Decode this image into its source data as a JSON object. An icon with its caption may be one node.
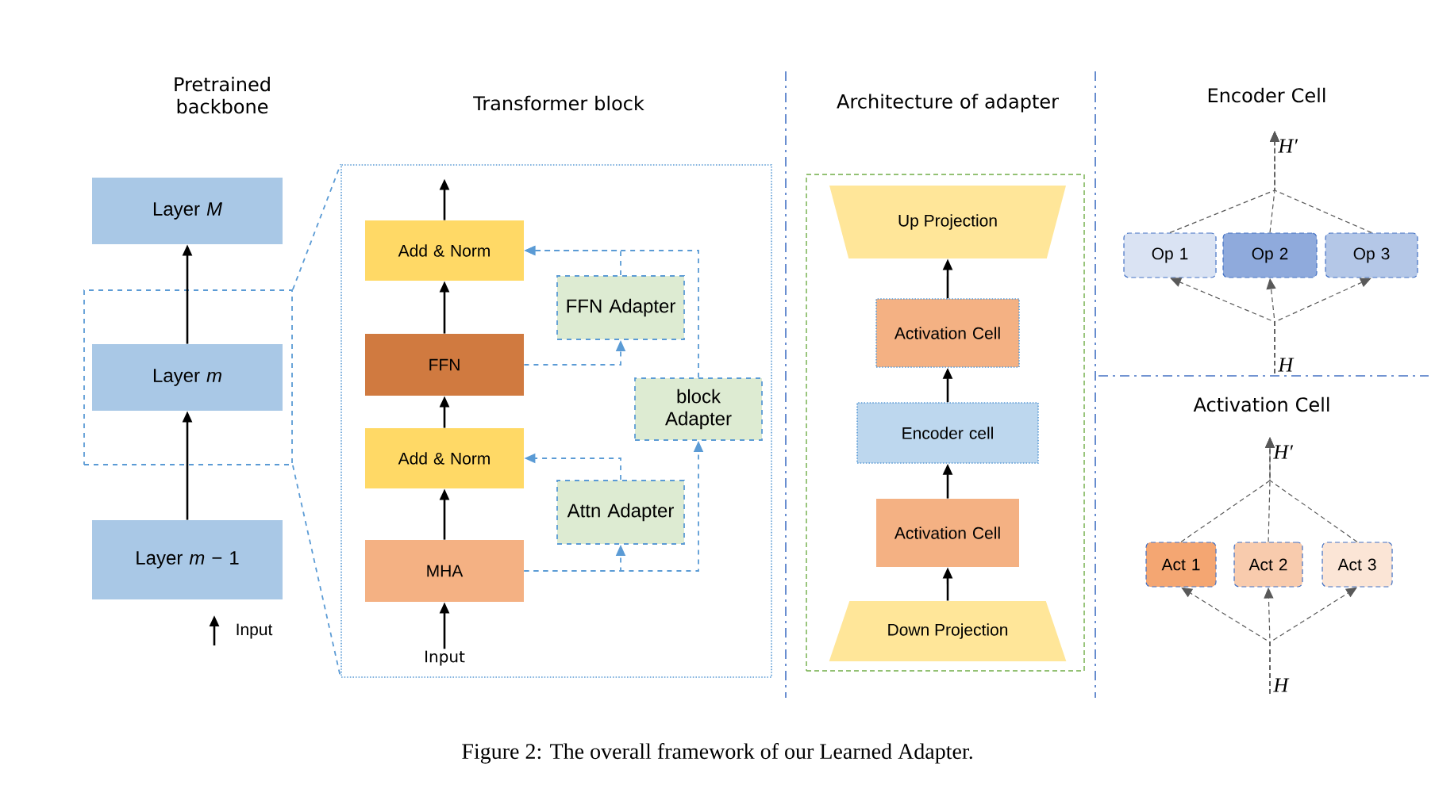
{
  "diagram": {
    "caption": "Figure 2: The overall framework of our Learned Adapter.",
    "nodes": [
      {
        "text": [
          "Layer *M*"
        ]
      },
      {
        "text": [],
        "shape": "box"
      },
      {
        "text": [
          "Layer *m*"
        ],
        "in": 1
      },
      {
        "text": [
          "Layer *m* − 1"
        ]
      },
      {
        "text": [
          "Transformer block"
        ]
      },
      {
        "text": [
          "Add & Norm"
        ],
        "in": 4
      },
      {
        "text": [
          "FFN Adapter"
        ],
        "in": 4
      },
      {
        "text": [
          "FFN"
        ],
        "in": 4
      },
      {
        "text": [
          "block Adapter"
        ],
        "in": 4
      },
      {
        "text": [
          "Add & Norm"
        ],
        "in": 4
      },
      {
        "text": [
          "Attn Adapter"
        ],
        "in": 4
      },
      {
        "text": [
          "MHA"
        ],
        "in": 4
      },
      {
        "text": [
          "Input"
        ],
        "in": 4
      },
      {
        "text": [
          "Architecture of adapter"
        ]
      },
      {
        "text": [
          "Up Projection"
        ],
        "in": 13
      },
      {
        "text": [
          "Activation Cell"
        ],
        "in": 13
      },
      {
        "text": [
          "Encoder cell"
        ],
        "in": 13
      },
      {
        "text": [
          "Activation Cell"
        ],
        "in": 13
      },
      {
        "text": [
          "Down Projection"
        ],
        "in": 13
      },
      {
        "text": [
          "H′"
        ]
      },
      {
        "text": [
          "Op 1"
        ]
      },
      {
        "text": [
          "Op 2"
        ]
      },
      {
        "text": [
          "Op 3"
        ]
      },
      {
        "text": [
          "H"
        ]
      },
      {
        "text": [
          "H′"
        ]
      },
      {
        "text": [
          "Act 1"
        ]
      },
      {
        "text": [
          "Act 2"
        ]
      },
      {
        "text": [
          "Act 3"
        ]
      },
      {
        "text": [
          "H"
        ]
      }
    ],
    "edges": [
      {
        "from": 3,
        "to": 2,
        "arrow": "to"
      },
      {
        "from": 2,
        "to": 0,
        "arrow": "to"
      },
      {
        "from": 1,
        "to": 4,
        "arrow": "none",
        "style": "dashed",
        "color": "#5b9bd5"
      },
      {
        "from": 1,
        "to": 4,
        "arrow": "none",
        "style": "dashed",
        "color": "#5b9bd5"
      },
      {
        "from": 12,
        "to": 11,
        "arrow": "to"
      },
      {
        "from": 11,
        "to": 9,
        "arrow": "to"
      },
      {
        "from": 9,
        "to": 7,
        "arrow": "to"
      },
      {
        "from": 7,
        "to": 5,
        "arrow": "to"
      },
      {
        "from": 5,
        "to": null,
        "arrow": "to"
      },
      {
        "from": 7,
        "to": 6,
        "arrow": "to",
        "style": "dashed",
        "color": "#5b9bd5"
      },
      {
        "from": 6,
        "to": 5,
        "arrow": "to",
        "style": "dashed",
        "color": "#5b9bd5"
      },
      {
        "from": 11,
        "to": 10,
        "arrow": "to",
        "style": "dashed",
        "color": "#5b9bd5"
      },
      {
        "from": 10,
        "to": 9,
        "arrow": "to",
        "style": "dashed",
        "color": "#5b9bd5"
      },
      {
        "from": 11,
        "to": 8,
        "arrow": "to",
        "style": "dashed",
        "color": "#5b9bd5"
      },
      {
        "from": 8,
        "to": 5,
        "arrow": "to",
        "style": "dashed",
        "color": "#5b9bd5"
      },
      {
        "from": 18,
        "to": 17,
        "arrow": "to"
      },
      {
        "from": 17,
        "to": 16,
        "arrow": "to"
      },
      {
        "from": 16,
        "to": 15,
        "arrow": "to"
      },
      {
        "from": 15,
        "to": 14,
        "arrow": "to"
      },
      {
        "from": 23,
        "to": 20,
        "arrow": "to",
        "style": "dashed",
        "color": "#595959"
      },
      {
        "from": 23,
        "to": 21,
        "arrow": "to",
        "style": "dashed",
        "color": "#595959"
      },
      {
        "from": 23,
        "to": 22,
        "arrow": "to",
        "style": "dashed",
        "color": "#595959"
      },
      {
        "from": 20,
        "to": 19,
        "arrow": "to",
        "style": "dashed",
        "color": "#595959"
      },
      {
        "from": 21,
        "to": 19,
        "arrow": "to",
        "style": "dashed",
        "color": "#595959"
      },
      {
        "from": 22,
        "to": 19,
        "arrow": "to",
        "style": "dashed",
        "color": "#595959"
      },
      {
        "from": 28,
        "to": 25,
        "arrow": "to",
        "style": "dashed",
        "color": "#595959"
      },
      {
        "from": 28,
        "to": 26,
        "arrow": "to",
        "style": "dashed",
        "color": "#595959"
      },
      {
        "from": 28,
        "to": 27,
        "arrow": "to",
        "style": "dashed",
        "color": "#595959"
      },
      {
        "from": 25,
        "to": 24,
        "arrow": "to",
        "style": "dashed",
        "color": "#595959"
      },
      {
        "from": 26,
        "to": 24,
        "arrow": "to",
        "style": "dashed",
        "color": "#595959"
      },
      {
        "from": 27,
        "to": 24,
        "arrow": "to",
        "style": "dashed",
        "color": "#595959"
      }
    ],
    "labels": [
      "Pretrained backbone",
      "Input",
      "Encoder Cell",
      "Activation Cell"
    ]
  }
}
